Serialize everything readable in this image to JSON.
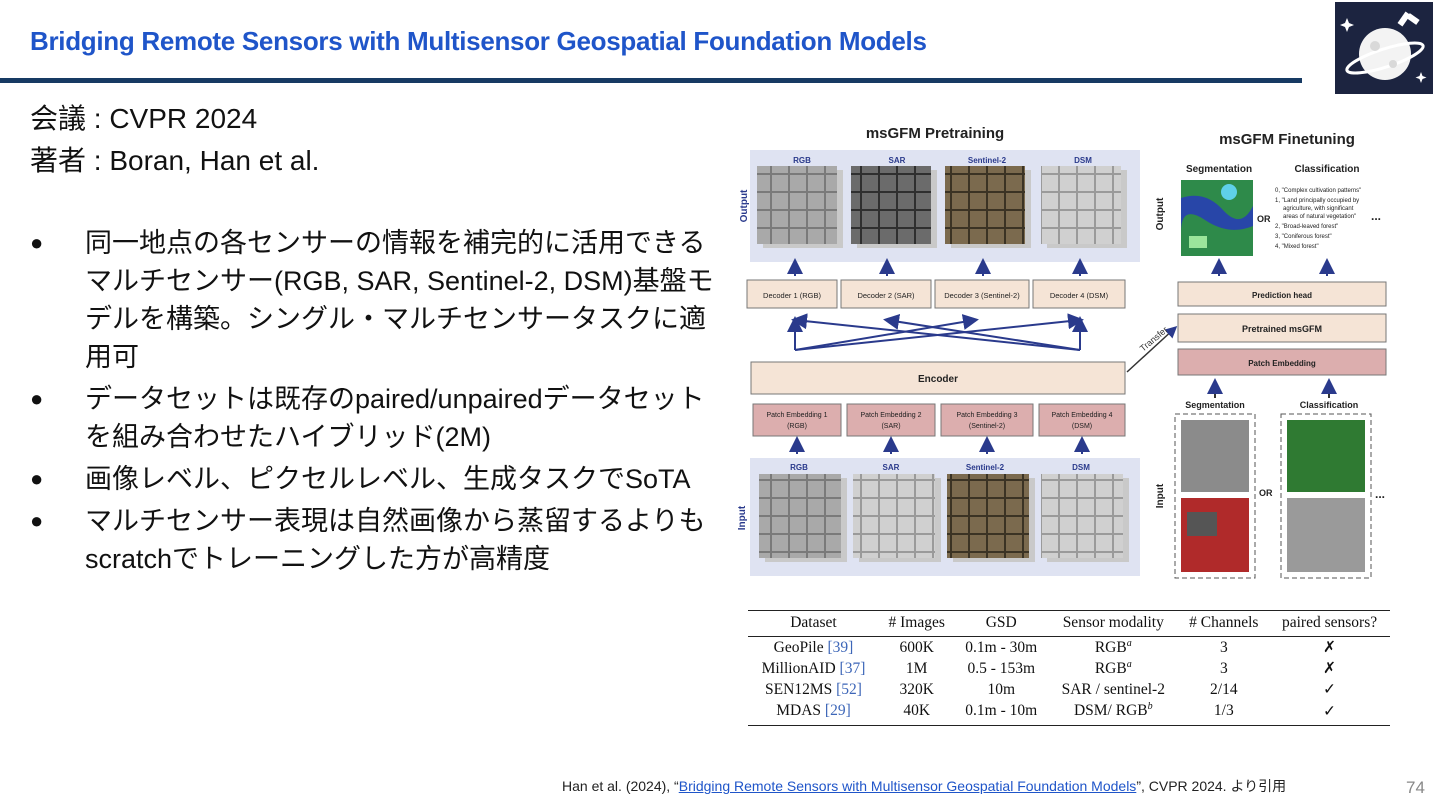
{
  "slide": {
    "title": "Bridging Remote Sensors with Multisensor Geospatial Foundation Models",
    "conference": "会議 : CVPR 2024",
    "authors": "著者 : Boran, Han et al.",
    "page_number": "74",
    "logo_icon": "sai-ai-challenge-logo",
    "accent_color": "#1f55c9",
    "rule_color": "#173a63"
  },
  "bullets": [
    "同一地点の各センサーの情報を補完的に活用できるマルチセンサー(RGB, SAR, Sentinel-2, DSM)基盤モデルを構築。シングル・マルチセンサータスクに適用可",
    "データセットは既存のpaired/unpairedデータセットを組み合わせたハイブリッド(2M)",
    "画像レベル、ピクセルレベル、生成タスクでSoTA",
    "マルチセンサー表現は自然画像から蒸留するよりもscratchでトレーニングした方が高精度"
  ],
  "figure": {
    "pretraining_title": "msGFM Pretraining",
    "finetuning_title": "msGFM Finetuning",
    "output_label": "Output",
    "input_label": "Input",
    "sensors": [
      "RGB",
      "SAR",
      "Sentinel-2",
      "DSM"
    ],
    "decoders": [
      "Decoder 1 (RGB)",
      "Decoder 2 (SAR)",
      "Decoder 3 (Sentinel-2)",
      "Decoder 4 (DSM)"
    ],
    "encoder": "Encoder",
    "patch_embeddings": [
      {
        "line1": "Patch Embedding 1",
        "line2": "(RGB)"
      },
      {
        "line1": "Patch Embedding 2",
        "line2": "(SAR)"
      },
      {
        "line1": "Patch Embedding 3",
        "line2": "(Sentinel-2)"
      },
      {
        "line1": "Patch Embedding 4",
        "line2": "(DSM)"
      }
    ],
    "transfer": "Transfer",
    "segmentation": "Segmentation",
    "classification": "Classification",
    "or_label": "OR",
    "ellipsis": "...",
    "prediction_head": "Prediction head",
    "pretrained_msgfm": "Pretrained msGFM",
    "patch_embedding": "Patch Embedding",
    "class_lines": [
      "0, \"Complex cultivation patterns\"",
      "1, \"Land principally occupied by",
      "agriculture, with significant",
      "areas of natural vegetation\"",
      "2, \"Broad-leaved forest\"",
      "3, \"Coniferous forest\"",
      "4, \"Mixed forest\""
    ]
  },
  "table": {
    "headers": [
      "Dataset",
      "# Images",
      "GSD",
      "Sensor modality",
      "# Channels",
      "paired sensors?"
    ],
    "rows": [
      {
        "name": "GeoPile",
        "ref": "[39]",
        "images": "600K",
        "gsd": "0.1m - 30m",
        "modality": "RGB",
        "sup": "a",
        "channels": "3",
        "paired": "✗"
      },
      {
        "name": "MillionAID",
        "ref": "[37]",
        "images": "1M",
        "gsd": "0.5 - 153m",
        "modality": "RGB",
        "sup": "a",
        "channels": "3",
        "paired": "✗"
      },
      {
        "name": "SEN12MS",
        "ref": "[52]",
        "images": "320K",
        "gsd": "10m",
        "modality": "SAR / sentinel-2",
        "sup": "",
        "channels": "2/14",
        "paired": "✓"
      },
      {
        "name": "MDAS",
        "ref": "[29]",
        "images": "40K",
        "gsd": "0.1m - 10m",
        "modality": "DSM/ RGB",
        "sup": "b",
        "channels": "1/3",
        "paired": "✓"
      }
    ]
  },
  "citation": {
    "prefix": "Han et al. (2024), “",
    "link_text": "Bridging Remote Sensors with Multisensor Geospatial Foundation Models",
    "suffix": "”, CVPR 2024. より引用"
  }
}
